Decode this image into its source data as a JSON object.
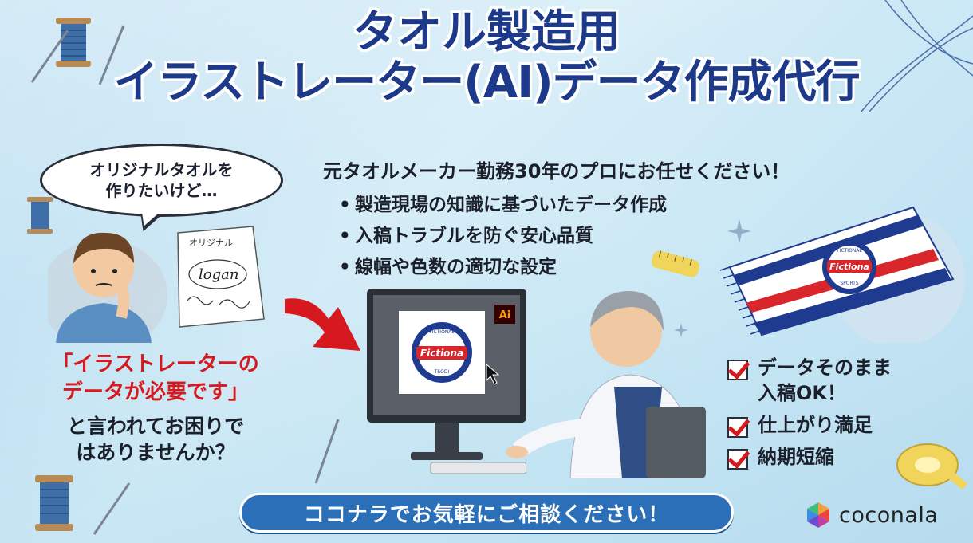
{
  "title": {
    "line1": "タオル製造用",
    "line2": "イラストレーター(AI)データ作成代行"
  },
  "bubble": {
    "line1": "オリジナルタオルを",
    "line2": "作りたいけど…"
  },
  "paper_sketch": {
    "heading": "オリジナル",
    "logo_word": "logan"
  },
  "left_message": {
    "red_line1": "「イラストレーターの",
    "red_line2": "データが必要です」",
    "line3": "と言われてお困りで",
    "line4": "はありませんか？"
  },
  "headline": "元タオルメーカー勤務30年のプロにお任せください！",
  "bullets": [
    "製造現場の知識に基づいたデータ作成",
    "入稿トラブルを防ぐ安心品質",
    "線幅や色数の適切な設定"
  ],
  "bullet_symbol": "•",
  "screen_logo": {
    "main": "Fictiona",
    "top": "FICTIONAL",
    "bottom": "TSODI"
  },
  "ai_badge": "Ai",
  "towel_logo": {
    "main": "Fictiona",
    "top": "FICTIONAL",
    "bottom": "SPORTS"
  },
  "checklist": [
    {
      "line1": "データそのまま",
      "line2": "入稿OK！"
    },
    {
      "line1": "仕上がり満足",
      "line2": ""
    },
    {
      "line1": "納期短縮",
      "line2": ""
    }
  ],
  "cta": "ココナラでお気軽にご相談ください！",
  "brand": {
    "name": "coconala",
    "icon": "coconala-logo-icon"
  },
  "colors": {
    "title": "#1d3a8a",
    "accent_red": "#d6191e",
    "cta_blue": "#2a6fb8",
    "towel_navy": "#1f3b8f",
    "towel_red": "#d8262b"
  }
}
